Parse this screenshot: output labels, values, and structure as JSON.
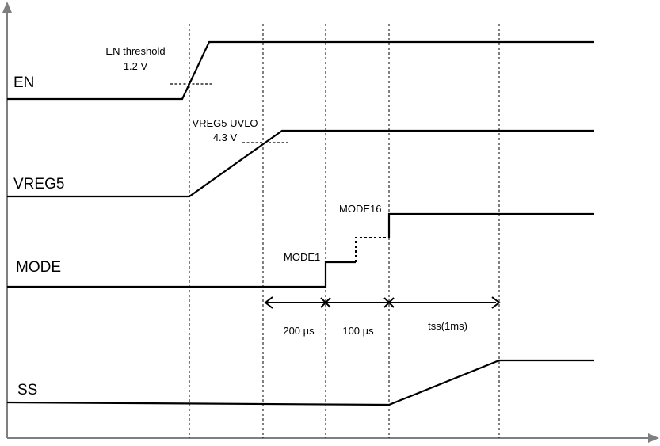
{
  "signals": {
    "en": "EN",
    "vreg5": "VREG5",
    "mode": "MODE",
    "ss": "SS"
  },
  "annotations": {
    "en_threshold_line1": "EN threshold",
    "en_threshold_line2": "1.2 V",
    "vreg5_uvlo_line1": "VREG5 UVLO",
    "vreg5_uvlo_line2": "4.3 V",
    "mode1": "MODE1",
    "mode16": "MODE16"
  },
  "intervals": {
    "first": "200 µs",
    "second": "100 µs",
    "third": "tss(1ms)"
  },
  "colors": {
    "axis": "#7f7f7f",
    "trace": "#000000"
  }
}
